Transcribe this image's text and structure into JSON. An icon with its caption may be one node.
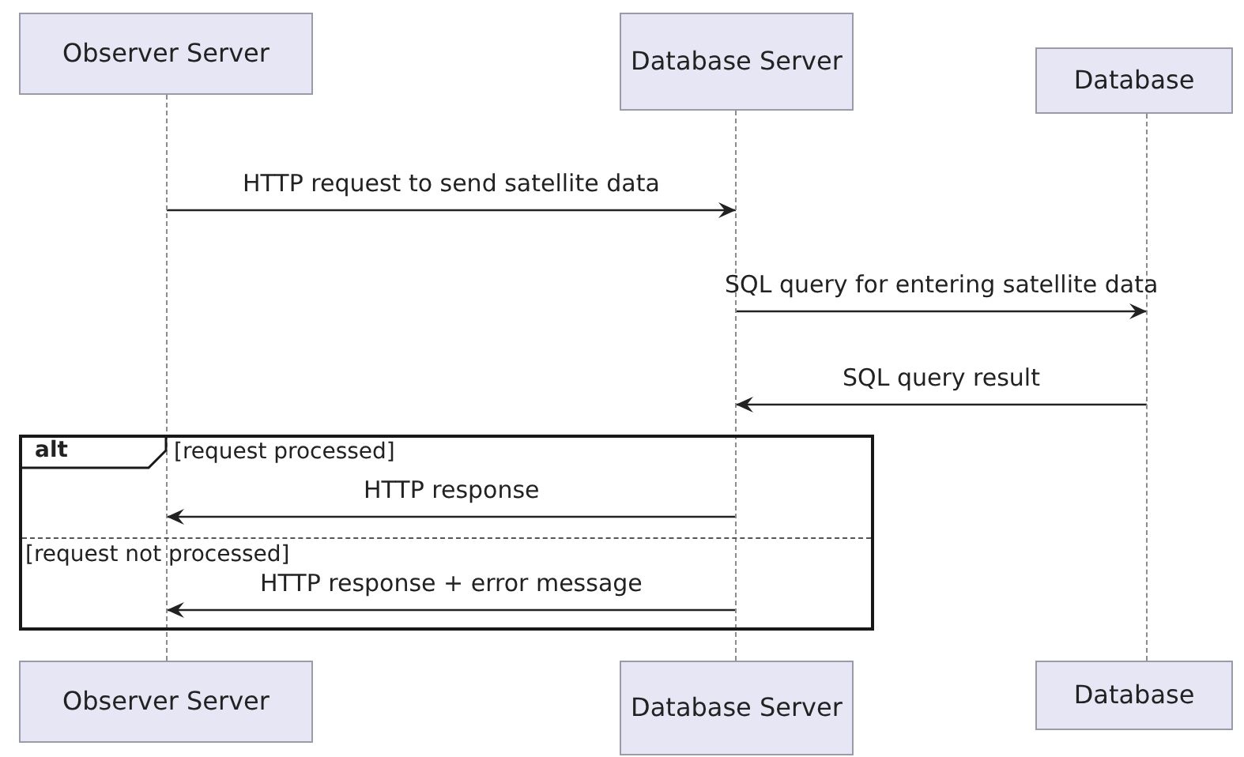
{
  "diagram": {
    "nodes": [
      {
        "text": [
          "Observer Server"
        ]
      },
      {
        "text": [
          "Database Server"
        ]
      },
      {
        "text": [
          "Database"
        ]
      },
      {
        "text": [],
        "shape": "line"
      },
      {
        "text": [],
        "shape": "line"
      },
      {
        "text": [],
        "shape": "line"
      },
      {
        "text": [
          "Observer Server"
        ]
      },
      {
        "text": [
          "Database Server"
        ]
      },
      {
        "text": [
          "Database"
        ]
      }
    ],
    "edges": [
      {
        "from": 3,
        "to": 4,
        "arrow": "to",
        "label": "HTTP request to send satellite data"
      },
      {
        "from": 4,
        "to": 5,
        "arrow": "to",
        "label": "SQL query for entering satellite data"
      },
      {
        "from": 5,
        "to": 4,
        "arrow": "to",
        "label": "SQL query result"
      },
      {
        "from": 4,
        "to": 3,
        "arrow": "to",
        "label": "HTTP response"
      },
      {
        "from": 4,
        "to": 3,
        "arrow": "to",
        "label": "HTTP response + error message"
      }
    ],
    "labels": [
      "alt",
      "[request processed]",
      "[request not processed]"
    ]
  }
}
